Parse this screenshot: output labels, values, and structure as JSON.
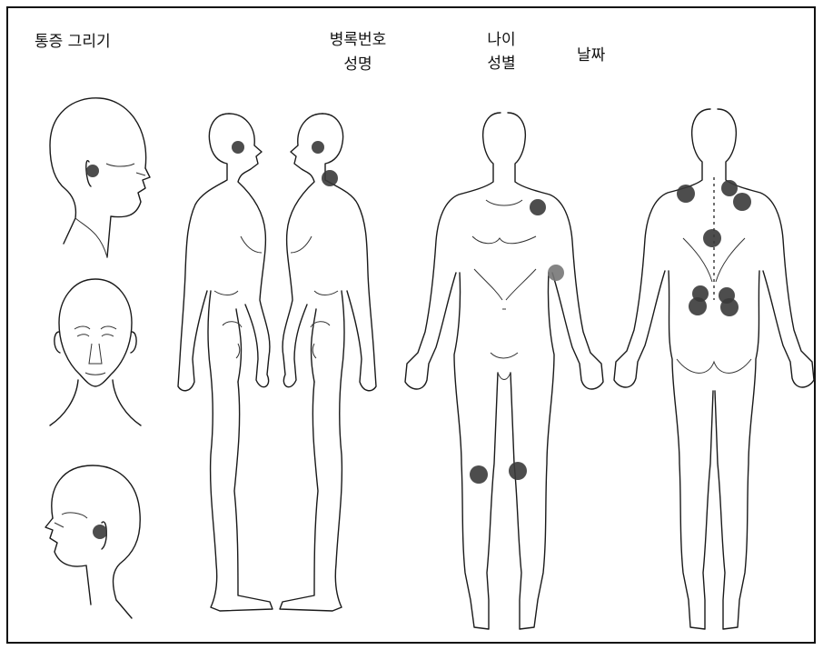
{
  "header": {
    "title": "통증 그리기",
    "record_number_label": "병록번호",
    "name_label": "성명",
    "age_label": "나이",
    "sex_label": "성별",
    "date_label": "날짜"
  },
  "figures": [
    {
      "id": "head-right-side",
      "view": "head, right side"
    },
    {
      "id": "head-front",
      "view": "head, front"
    },
    {
      "id": "head-left-side",
      "view": "head, left side"
    },
    {
      "id": "body-side-left-facing",
      "view": "body, side"
    },
    {
      "id": "body-side-right-facing",
      "view": "body, side"
    },
    {
      "id": "body-front",
      "view": "body, front"
    },
    {
      "id": "body-back",
      "view": "body, back"
    }
  ],
  "pain_marks": [
    {
      "id": "ear-right-side-head",
      "figure": "head-right-side",
      "region": "ear"
    },
    {
      "id": "ear-left-side-head",
      "figure": "head-left-side",
      "region": "ear"
    },
    {
      "id": "ear-side-body-1",
      "figure": "body-side-left-facing",
      "region": "ear"
    },
    {
      "id": "ear-side-body-2",
      "figure": "body-side-right-facing",
      "region": "ear"
    },
    {
      "id": "neck-side-body-2",
      "figure": "body-side-right-facing",
      "region": "neck"
    },
    {
      "id": "left-shoulder-front",
      "figure": "body-front",
      "region": "shoulder"
    },
    {
      "id": "left-upper-arm-front",
      "figure": "body-front",
      "region": "upper arm"
    },
    {
      "id": "right-knee-front",
      "figure": "body-front",
      "region": "knee"
    },
    {
      "id": "left-knee-front",
      "figure": "body-front",
      "region": "knee"
    },
    {
      "id": "left-shoulder-back",
      "figure": "body-back",
      "region": "shoulder"
    },
    {
      "id": "right-shoulder-back",
      "figure": "body-back",
      "region": "shoulder"
    },
    {
      "id": "right-shoulder-back-2",
      "figure": "body-back",
      "region": "shoulder"
    },
    {
      "id": "mid-back",
      "figure": "body-back",
      "region": "mid back"
    },
    {
      "id": "lower-back-1",
      "figure": "body-back",
      "region": "lower back"
    },
    {
      "id": "lower-back-2",
      "figure": "body-back",
      "region": "lower back"
    },
    {
      "id": "lower-back-3",
      "figure": "body-back",
      "region": "lower back"
    },
    {
      "id": "lower-back-4",
      "figure": "body-back",
      "region": "lower back"
    }
  ],
  "colors": {
    "line": "#1a1a1a",
    "pain_mark": "#3a3a3a",
    "pain_mark_light": "#777777",
    "background": "#ffffff",
    "border": "#111111"
  }
}
